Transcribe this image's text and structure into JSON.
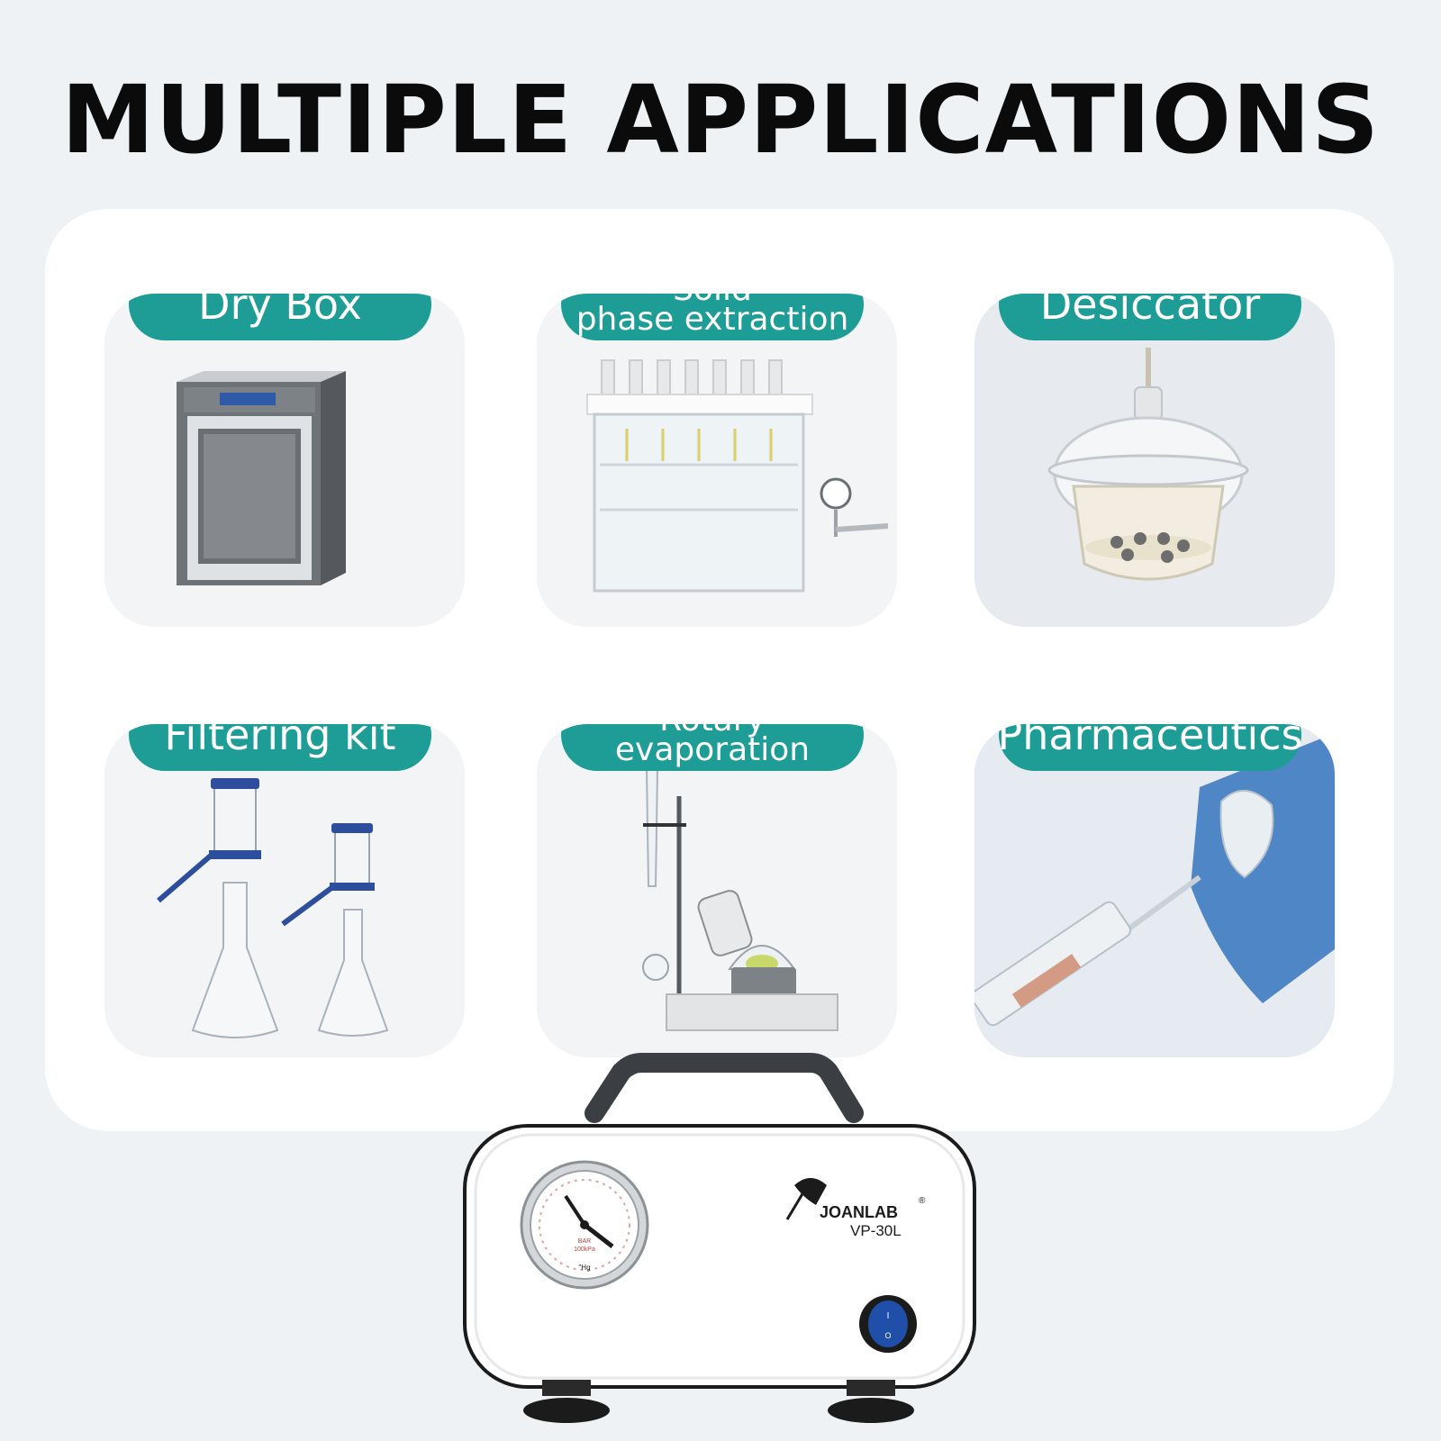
{
  "headline": "MULTIPLE APPLICATIONS",
  "applications": [
    {
      "lines": [
        "Dry Box"
      ]
    },
    {
      "lines": [
        "Solid",
        "phase extraction"
      ]
    },
    {
      "lines": [
        "Desiccator"
      ]
    },
    {
      "lines": [
        "Filtering kit"
      ]
    },
    {
      "lines": [
        "Rotary",
        "evaporation"
      ]
    },
    {
      "lines": [
        "Pharmaceutics"
      ]
    }
  ],
  "pump": {
    "brand": "JOANLAB",
    "registered": "®",
    "model": "VP-30L",
    "gauge_units": [
      "BAR",
      "100kPa",
      "\"Hg"
    ],
    "switch_marks": [
      "I",
      "O"
    ]
  },
  "colors": {
    "accent": "#1d9d96",
    "background": "#eef2f5",
    "panel": "#ffffff",
    "switch": "#1f4fa8"
  }
}
